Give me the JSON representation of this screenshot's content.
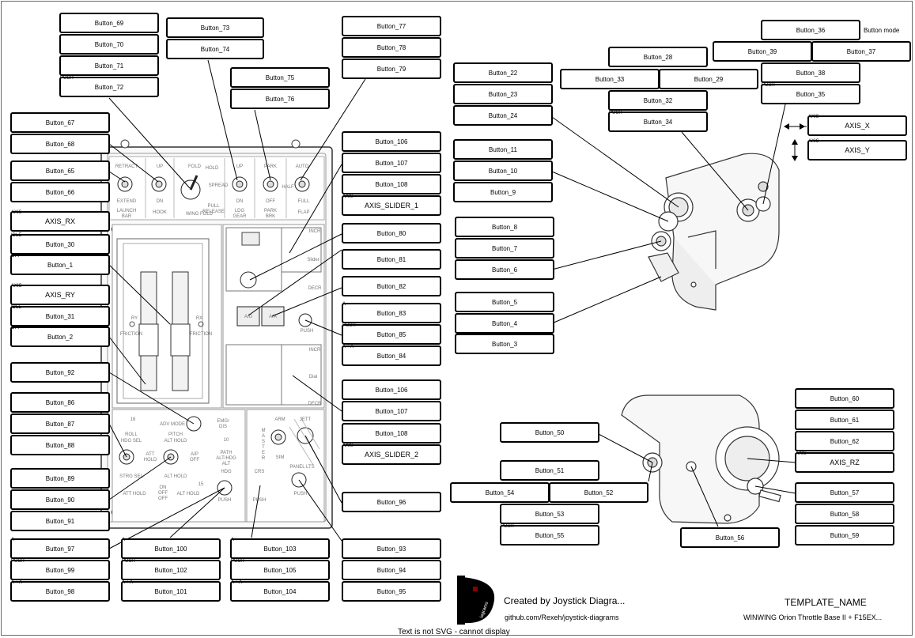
{
  "buttons": [
    {
      "id": "b69",
      "label": "Button_69"
    },
    {
      "id": "b70",
      "label": "Button_70"
    },
    {
      "id": "b71",
      "label": "Button_71"
    },
    {
      "id": "b72",
      "label": "Button_72",
      "tag": "PUSH"
    },
    {
      "id": "b73",
      "label": "Button_73"
    },
    {
      "id": "b74",
      "label": "Button_74"
    },
    {
      "id": "b75",
      "label": "Button_75"
    },
    {
      "id": "b76",
      "label": "Button_76"
    },
    {
      "id": "b77",
      "label": "Button_77"
    },
    {
      "id": "b78",
      "label": "Button_78"
    },
    {
      "id": "b79",
      "label": "Button_79"
    },
    {
      "id": "b67",
      "label": "Button_67"
    },
    {
      "id": "b68",
      "label": "Button_68"
    },
    {
      "id": "b65",
      "label": "Button_65"
    },
    {
      "id": "b66",
      "label": "Button_66"
    },
    {
      "id": "bRX",
      "label": "AXIS_RX",
      "tag": "AXIS",
      "axis": true
    },
    {
      "id": "b30",
      "label": "Button_30",
      "tag": "IDLE"
    },
    {
      "id": "b1",
      "label": "Button_1",
      "tag": "OFF"
    },
    {
      "id": "bRY",
      "label": "AXIS_RY",
      "tag": "AXIS",
      "axis": true
    },
    {
      "id": "b31",
      "label": "Button_31",
      "tag": "IDLE"
    },
    {
      "id": "b2",
      "label": "Button_2",
      "tag": "OFF"
    },
    {
      "id": "b92",
      "label": "Button_92"
    },
    {
      "id": "b86",
      "label": "Button_86"
    },
    {
      "id": "b87",
      "label": "Button_87"
    },
    {
      "id": "b88",
      "label": "Button_88"
    },
    {
      "id": "b89",
      "label": "Button_89"
    },
    {
      "id": "b90",
      "label": "Button_90"
    },
    {
      "id": "b91",
      "label": "Button_91"
    },
    {
      "id": "b97",
      "label": "Button_97",
      "tag": "A -"
    },
    {
      "id": "b99",
      "label": "Button_99",
      "tag": "PUSH"
    },
    {
      "id": "b98",
      "label": "Button_98",
      "tag": "A + A"
    },
    {
      "id": "b100",
      "label": "Button_100",
      "tag": "A -"
    },
    {
      "id": "b102",
      "label": "Button_102",
      "tag": "PUSH"
    },
    {
      "id": "b101",
      "label": "Button_101",
      "tag": "A + A"
    },
    {
      "id": "b103",
      "label": "Button_103",
      "tag": "A -"
    },
    {
      "id": "b105",
      "label": "Button_105",
      "tag": "PUSH"
    },
    {
      "id": "b104",
      "label": "Button_104",
      "tag": "A + A"
    },
    {
      "id": "b106a",
      "label": "Button_106"
    },
    {
      "id": "b107a",
      "label": "Button_107"
    },
    {
      "id": "b108a",
      "label": "Button_108"
    },
    {
      "id": "bS1",
      "label": "AXIS_SLIDER_1",
      "tag": "AXIS",
      "axis": true
    },
    {
      "id": "b80",
      "label": "Button_80"
    },
    {
      "id": "b81",
      "label": "Button_81"
    },
    {
      "id": "b82",
      "label": "Button_82"
    },
    {
      "id": "b83",
      "label": "Button_83",
      "tag": "A -"
    },
    {
      "id": "b85",
      "label": "Button_85",
      "tag": "PUSH"
    },
    {
      "id": "b84",
      "label": "Button_84",
      "tag": "A + A"
    },
    {
      "id": "b106b",
      "label": "Button_106"
    },
    {
      "id": "b107b",
      "label": "Button_107"
    },
    {
      "id": "b108b",
      "label": "Button_108"
    },
    {
      "id": "bS2",
      "label": "AXIS_SLIDER_2",
      "tag": "AXIS",
      "axis": true
    },
    {
      "id": "b96",
      "label": "Button_96"
    },
    {
      "id": "b93",
      "label": "Button_93"
    },
    {
      "id": "b94",
      "label": "Button_94"
    },
    {
      "id": "b95",
      "label": "Button_95"
    },
    {
      "id": "b22",
      "label": "Button_22"
    },
    {
      "id": "b23",
      "label": "Button_23"
    },
    {
      "id": "b24",
      "label": "Button_24"
    },
    {
      "id": "b11",
      "label": "Button_11"
    },
    {
      "id": "b10",
      "label": "Button_10"
    },
    {
      "id": "b9",
      "label": "Button_9"
    },
    {
      "id": "b8",
      "label": "Button_8"
    },
    {
      "id": "b7",
      "label": "Button_7"
    },
    {
      "id": "b6",
      "label": "Button_6"
    },
    {
      "id": "b5",
      "label": "Button_5"
    },
    {
      "id": "b4",
      "label": "Button_4"
    },
    {
      "id": "b3",
      "label": "Button_3"
    },
    {
      "id": "b28",
      "label": "Button_28"
    },
    {
      "id": "b33",
      "label": "Button_33"
    },
    {
      "id": "b29",
      "label": "Button_29"
    },
    {
      "id": "b32",
      "label": "Button_32"
    },
    {
      "id": "b34",
      "label": "Button_34",
      "tag": "PUSH"
    },
    {
      "id": "b36",
      "label": "Button_36"
    },
    {
      "id": "b39",
      "label": "Button_39"
    },
    {
      "id": "b37",
      "label": "Button_37"
    },
    {
      "id": "b38",
      "label": "Button_38"
    },
    {
      "id": "b35",
      "label": "Button_35",
      "tag": "PUSH"
    },
    {
      "id": "bX",
      "label": "AXIS_X",
      "tag": "AXIS",
      "axis": true
    },
    {
      "id": "bY",
      "label": "AXIS_Y",
      "tag": "AXIS",
      "axis": true
    },
    {
      "id": "b50",
      "label": "Button_50"
    },
    {
      "id": "b51",
      "label": "Button_51"
    },
    {
      "id": "b54",
      "label": "Button_54"
    },
    {
      "id": "b52",
      "label": "Button_52"
    },
    {
      "id": "b53",
      "label": "Button_53"
    },
    {
      "id": "b55",
      "label": "Button_55",
      "tag": "PUSH"
    },
    {
      "id": "b56",
      "label": "Button_56"
    },
    {
      "id": "b60",
      "label": "Button_60"
    },
    {
      "id": "b61",
      "label": "Button_61"
    },
    {
      "id": "b62",
      "label": "Button_62"
    },
    {
      "id": "bRZ",
      "label": "AXIS_RZ",
      "tag": "AXIS",
      "axis": true
    },
    {
      "id": "b57",
      "label": "Button_57"
    },
    {
      "id": "b58",
      "label": "Button_58"
    },
    {
      "id": "b59",
      "label": "Button_59"
    }
  ],
  "panel_text": {
    "retract": "RETRACT",
    "extend": "EXTEND",
    "launch_bar": "LAUNCH\nBAR",
    "up1": "UP",
    "dn1": "DN",
    "hook": "HOOK",
    "fold": "FOLD",
    "hold": "HOLD",
    "spread": "SPREAD",
    "pull_release": "PULL\nRELEASE",
    "wing_fold": "WING FOLD",
    "up2": "UP",
    "dn2": "DN",
    "ldg_gear": "LDG\nGEAR",
    "park": "PARK",
    "off": "OFF",
    "park_brk": "PARK\nBRK",
    "auto": "AUTO",
    "half": "HALF",
    "full": "FULL",
    "flap": "FLAP",
    "incr1": "INCR",
    "decr1": "DECR",
    "slider": "Slider",
    "ag": "A/G",
    "aa": "A/A",
    "push_h": "PUSH",
    "incr2": "INCR",
    "dial": "Dial",
    "decr2": "DECR",
    "ry": "RY",
    "rx": "RX",
    "friction_l": "FRICTION",
    "friction_r": "FRICTION",
    "adv_mode": "ADV MODE",
    "emg_dis": "EMG/\nDIS",
    "n16": "16",
    "n10": "10",
    "n15": "15",
    "roll": "ROLL",
    "hdg_sel": "HDG SEL",
    "pitch": "PITCH",
    "alt_hold": "ALT HOLD",
    "att_hold": "ATT\nHOLD",
    "ap_off": "A/P\nOFF",
    "path": "PATH\nALT/HDG\nALT",
    "strg_sel": "STRG SEL",
    "alt_hold2": "ALT HOLD",
    "att_hold2": "ATT HOLD",
    "on_off": "ON\nOFF\nOFF",
    "alt_hold3": "ALT HOLD",
    "hdg": "HDG",
    "crs": "CRS",
    "push_a": "PUSH",
    "push_b": "PUSH",
    "arm": "ARM",
    "jett": "JETT",
    "master": "M\nA\nS\nT\nE\nR",
    "sim": "SIM",
    "panel_lts": "PANEL LTS",
    "push_c": "PUSH"
  },
  "texts": {
    "button_mode": "Button mode",
    "byline": "Created by Joystick Diagra...",
    "github": "github.com/Rexeh/joystick-diagrams",
    "template_name": "TEMPLATE_NAME",
    "device_name": "WINWING Orion Throttle Base II + F15EX...",
    "svg_note": "Text is not SVG - cannot display",
    "logo_text": "iagrams"
  }
}
